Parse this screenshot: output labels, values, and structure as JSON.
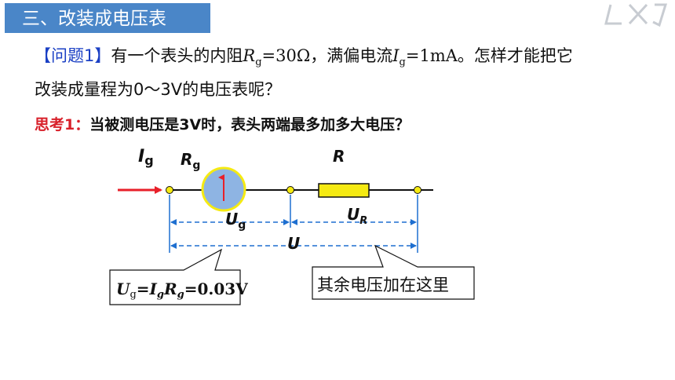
{
  "title": "三、改装成电压表",
  "logo_text": "LXJ",
  "problem": {
    "tag": "【问题1】",
    "line1_a": "有一个表头的内阻",
    "Rg_symbol": "R",
    "g": "g",
    "eq_rg": "=30Ω，满偏电流",
    "Ig_symbol": "I",
    "eq_ig": "=1mA。怎样才能把它",
    "line2": "改装成量程为0～3V的电压表呢？"
  },
  "think": {
    "tag": "思考1：",
    "text": "当被测电压是3V时，表头两端最多加多大电压？"
  },
  "circuit": {
    "Ig_main": "I",
    "Ig_sub": "g",
    "Rg_main": "R",
    "Rg_sub": "g",
    "R": "R",
    "Ug_main": "U",
    "Ug_sub": "g",
    "UR_main": "U",
    "UR_sub": "R",
    "U": "U"
  },
  "callout_left": {
    "U": "U",
    "g1": "g",
    "eq": "=",
    "I": "I",
    "g2": "g",
    "R": "R",
    "g3": "g",
    "value": "=0.03V"
  },
  "callout_right": "其余电压加在这里",
  "colors": {
    "title_bg": "#4a86c8",
    "dim_blue": "#1e6fd0",
    "arrow_red": "#e8202a",
    "resistor": "#f5ea12",
    "node": "#f5ea12",
    "meter": "#8eb4e3",
    "tag_blue": "#1a3fc4",
    "think_red": "#d8202a"
  }
}
